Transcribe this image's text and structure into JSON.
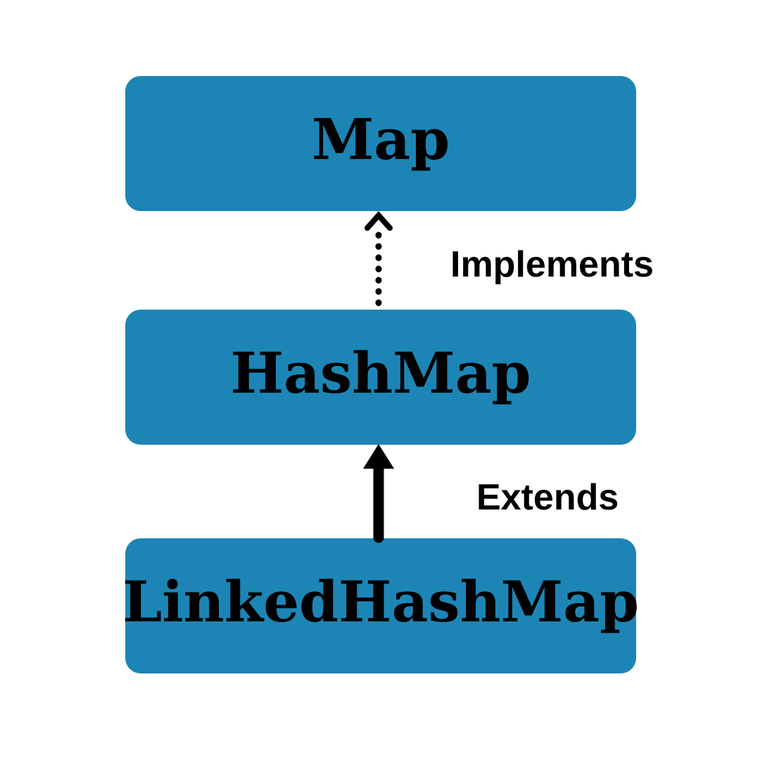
{
  "diagram": {
    "kind": "class-hierarchy",
    "nodes": [
      {
        "id": "map",
        "label": "Map"
      },
      {
        "id": "hashmap",
        "label": "HashMap"
      },
      {
        "id": "linkedhashmap",
        "label": "LinkedHashMap"
      }
    ],
    "edges": [
      {
        "from": "HashMap",
        "to": "Map",
        "label": "Implements",
        "line_style": "dotted",
        "arrowhead": "open-chevron",
        "direction": "up"
      },
      {
        "from": "LinkedHashMap",
        "to": "HashMap",
        "label": "Extends",
        "line_style": "solid",
        "arrowhead": "filled-triangle",
        "direction": "up"
      }
    ],
    "colors": {
      "node_fill": "#1d85b5",
      "node_text": "#000000",
      "arrow": "#000000",
      "background": "#ffffff"
    }
  }
}
